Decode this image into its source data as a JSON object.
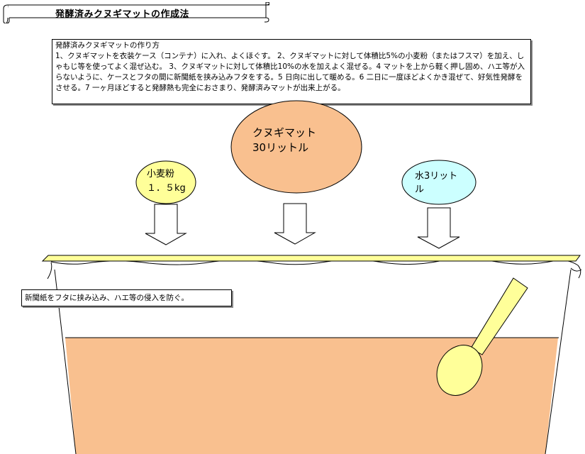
{
  "title": "発酵済みクヌギマットの作成法",
  "instructions": {
    "heading": "発酵済みクヌギマットの作り方",
    "body": "1、クヌギマットを衣装ケース（コンテナ）に入れ、よくほぐす。 2、クヌギマットに対して体積比5%の小麦粉（またはフスマ）を加え、しゃもじ等を使ってよく混ぜ込む。 3、クヌギマットに対して体積比10%の水を加えよく混ぜる。4 マットを上から軽く押し固め、ハエ等が入らないように、ケースとフタの間に新聞紙を挟み込みフタをする。5 日向に出して暖める。6 二日に一度ほどよくかき混ぜて、好気性発酵をさせる。7 一ヶ月ほどすると発酵熱も完全におさまり、発酵済みマットが出来上がる。"
  },
  "ingredients": {
    "flour": "小麦粉\n１．５kg",
    "mat": "クヌギマット\n30リットル",
    "water": "水3リット\nル"
  },
  "note": "新聞紙をフタに挟み込み、ハエ等の侵入を防ぐ。",
  "colors": {
    "flour_fill": "#ffff99",
    "mat_fill": "#f9c08f",
    "water_fill": "#ccffff",
    "mat_in_container": "#f9c08f",
    "lid": "#ffff99",
    "spoon": "#ffff99"
  }
}
